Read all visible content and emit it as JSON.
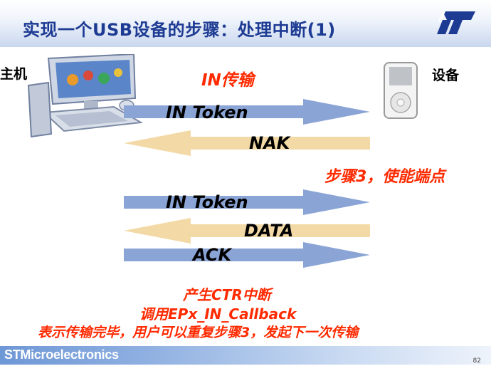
{
  "slide": {
    "title": "实现一个USB设备的步骤：处理中断(1)",
    "logo_icon": "st-logo",
    "host_label": "主机",
    "device_label": "设备",
    "in_transfer_label": "IN传输",
    "step3_label": "步骤3，使能端点",
    "arrows": [
      {
        "label": "IN Token",
        "direction": "right",
        "color": "#8aa4d6"
      },
      {
        "label": "NAK",
        "direction": "left",
        "color": "#f2d9a6"
      },
      {
        "label": "IN Token",
        "direction": "right",
        "color": "#8aa4d6"
      },
      {
        "label": "DATA",
        "direction": "left",
        "color": "#f2d9a6"
      },
      {
        "label": "ACK",
        "direction": "right",
        "color": "#8aa4d6"
      }
    ],
    "notes": {
      "line1": "产生CTR中断",
      "line2": "调用EPx_IN_Callback",
      "line3": "表示传输完毕，用户可以重复步骤3，发起下一次传输"
    },
    "footer_text": "STMicroelectronics",
    "page_number": "82",
    "colors": {
      "title": "#1d3b93",
      "accent_red": "#ff2a00",
      "footer": "#6e97d6"
    }
  }
}
